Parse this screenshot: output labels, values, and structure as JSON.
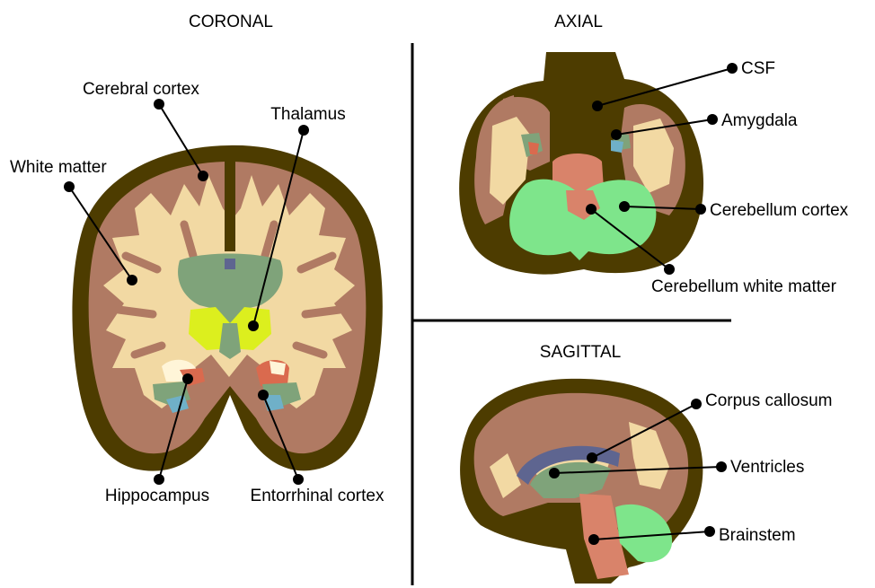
{
  "titles": {
    "coronal": "CORONAL",
    "axial": "AXIAL",
    "sagittal": "SAGITTAL"
  },
  "labels": {
    "cerebral_cortex": "Cerebral cortex",
    "white_matter": "White matter",
    "thalamus": "Thalamus",
    "hippocampus": "Hippocampus",
    "entorrhinal_cortex": "Entorrhinal cortex",
    "csf": "CSF",
    "amygdala": "Amygdala",
    "cerebellum_cortex": "Cerebellum cortex",
    "cerebellum_white_matter": "Cerebellum white matter",
    "corpus_callosum": "Corpus callosum",
    "ventricles": "Ventricles",
    "brainstem": "Brainstem"
  },
  "colors": {
    "csf": "#4d3c00",
    "cortex": "#b07a63",
    "white_matter": "#f2d9a3",
    "ventricle_region": "#7fa37a",
    "ventricle": "#5e6590",
    "thalamus": "#dcef1e",
    "hippocampus": "#da6a4e",
    "amygdala": "#6fb0c8",
    "cerebellum": "#7ee58b",
    "brainstem": "#d9836a",
    "background": "#ffffff"
  }
}
